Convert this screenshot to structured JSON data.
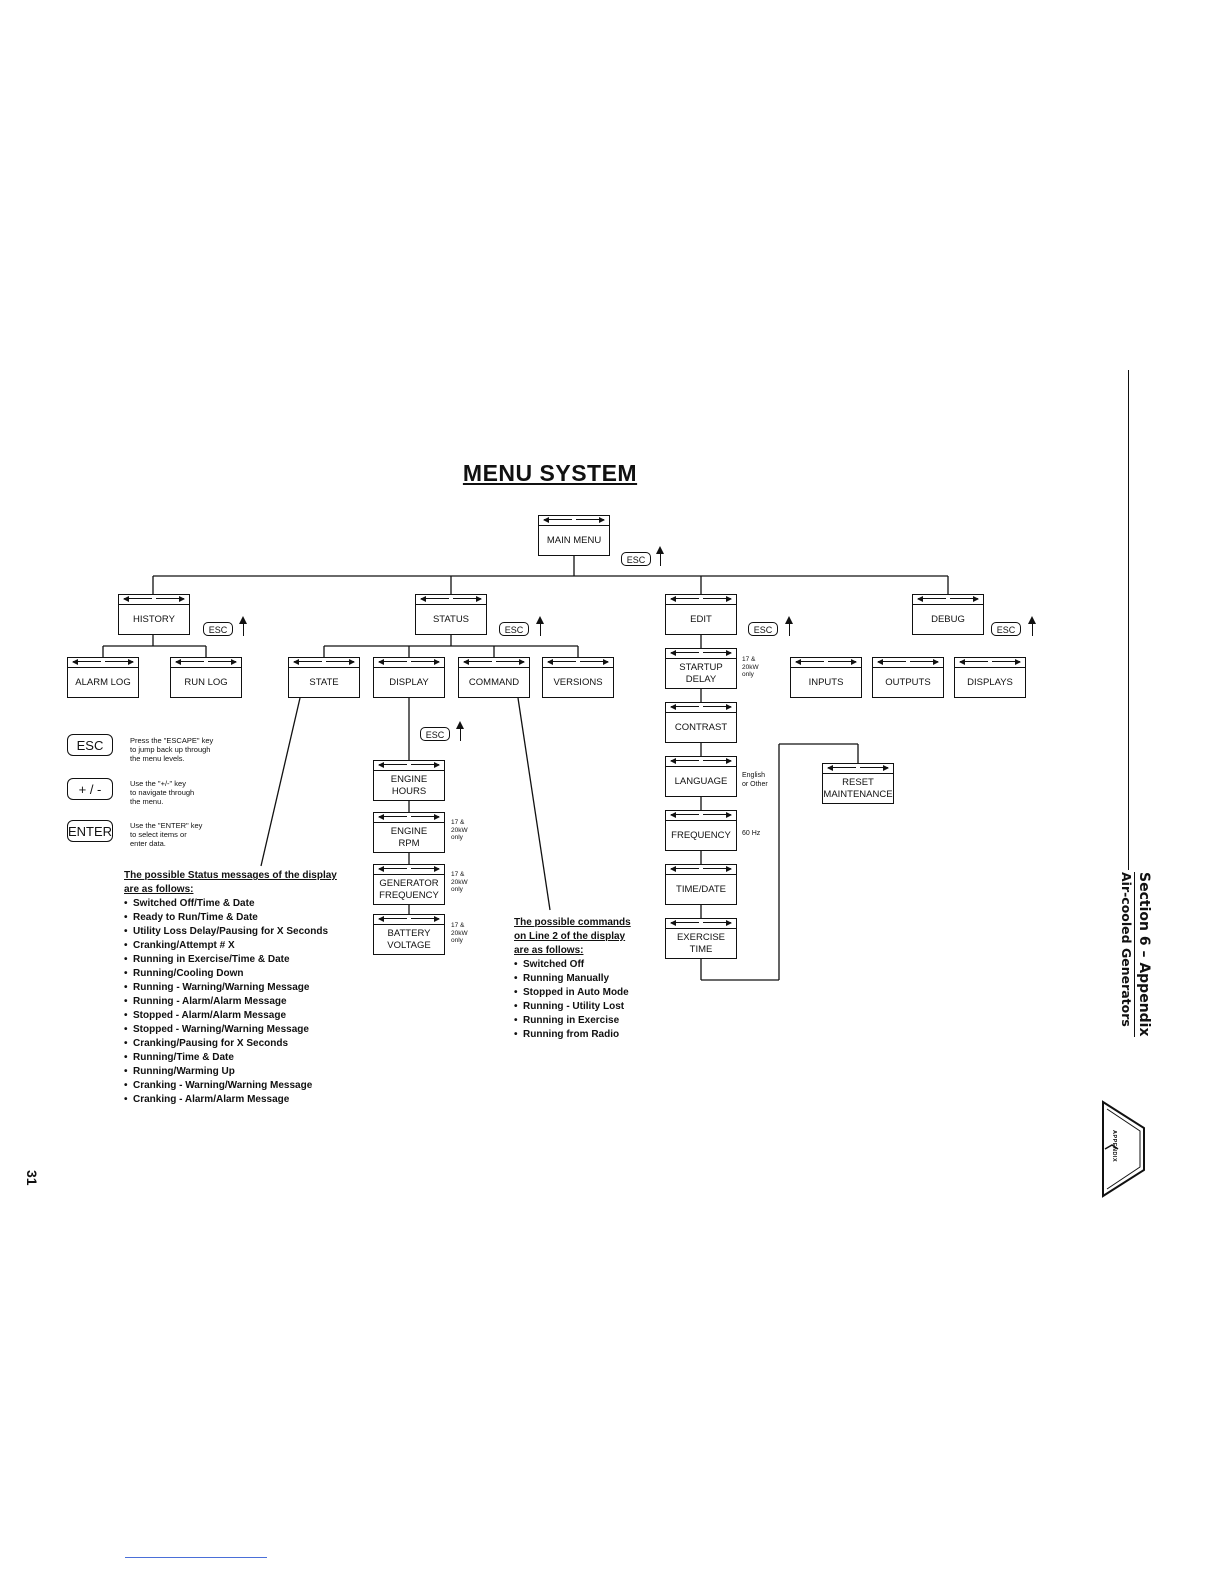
{
  "title": "MENU SYSTEM",
  "boxes": {
    "main_menu": "MAIN MENU",
    "history": "HISTORY",
    "status": "STATUS",
    "edit": "EDIT",
    "debug": "DEBUG",
    "alarm_log": "ALARM LOG",
    "run_log": "RUN LOG",
    "state": "STATE",
    "display": "DISPLAY",
    "command": "COMMAND",
    "versions": "VERSIONS",
    "startup_delay": "STARTUP\nDELAY",
    "inputs": "INPUTS",
    "outputs": "OUTPUTS",
    "displays": "DISPLAYS",
    "contrast": "CONTRAST",
    "language": "LANGUAGE",
    "frequency": "FREQUENCY",
    "time_date": "TIME/DATE",
    "exercise_time": "EXERCISE\nTIME",
    "reset_maintenance": "RESET\nMAINTENANCE",
    "engine_hours": "ENGINE\nHOURS",
    "engine_rpm": "ENGINE\nRPM",
    "generator_frequency": "GENERATOR\nFREQUENCY",
    "battery_voltage": "BATTERY\nVOLTAGE"
  },
  "esc_label": "ESC",
  "notes": {
    "kw_only": "17 &\n20kW\nonly",
    "language": "English\nor Other",
    "frequency": "60 Hz"
  },
  "keys": [
    {
      "label": "ESC",
      "text": "Press the \"ESCAPE\" key\nto jump back up through\nthe menu levels."
    },
    {
      "label": "+ / -",
      "text": "Use the \"+/-\" key\nto navigate through\nthe menu."
    },
    {
      "label": "ENTER",
      "text": "Use the \"ENTER\" key\nto select items or\nenter data."
    }
  ],
  "status_list": {
    "heading_1": "The possible Status messages of the display",
    "heading_2": "are as follows:",
    "items": [
      "Switched Off/Time & Date",
      "Ready to Run/Time & Date",
      "Utility Loss Delay/Pausing for X Seconds",
      "Cranking/Attempt # X",
      "Running in Exercise/Time & Date",
      "Running/Cooling Down",
      "Running - Warning/Warning Message",
      "Running - Alarm/Alarm Message",
      "Stopped - Alarm/Alarm Message",
      "Stopped - Warning/Warning Message",
      "Cranking/Pausing for X Seconds",
      "Running/Time & Date",
      "Running/Warming Up",
      "Cranking - Warning/Warning Message",
      "Cranking - Alarm/Alarm Message"
    ]
  },
  "command_list": {
    "heading_1": "The possible commands",
    "heading_2": "on Line 2 of the display",
    "heading_3": "are as follows:",
    "items": [
      "Switched Off",
      "Running Manually",
      "Stopped in Auto Mode",
      "Running - Utility Lost",
      "Running in Exercise",
      "Running from Radio"
    ]
  },
  "side": {
    "section": "Section 6 – Appendix",
    "subtitle": "Air-cooled Generators",
    "tab": "APPENDIX"
  },
  "page_number": "31"
}
